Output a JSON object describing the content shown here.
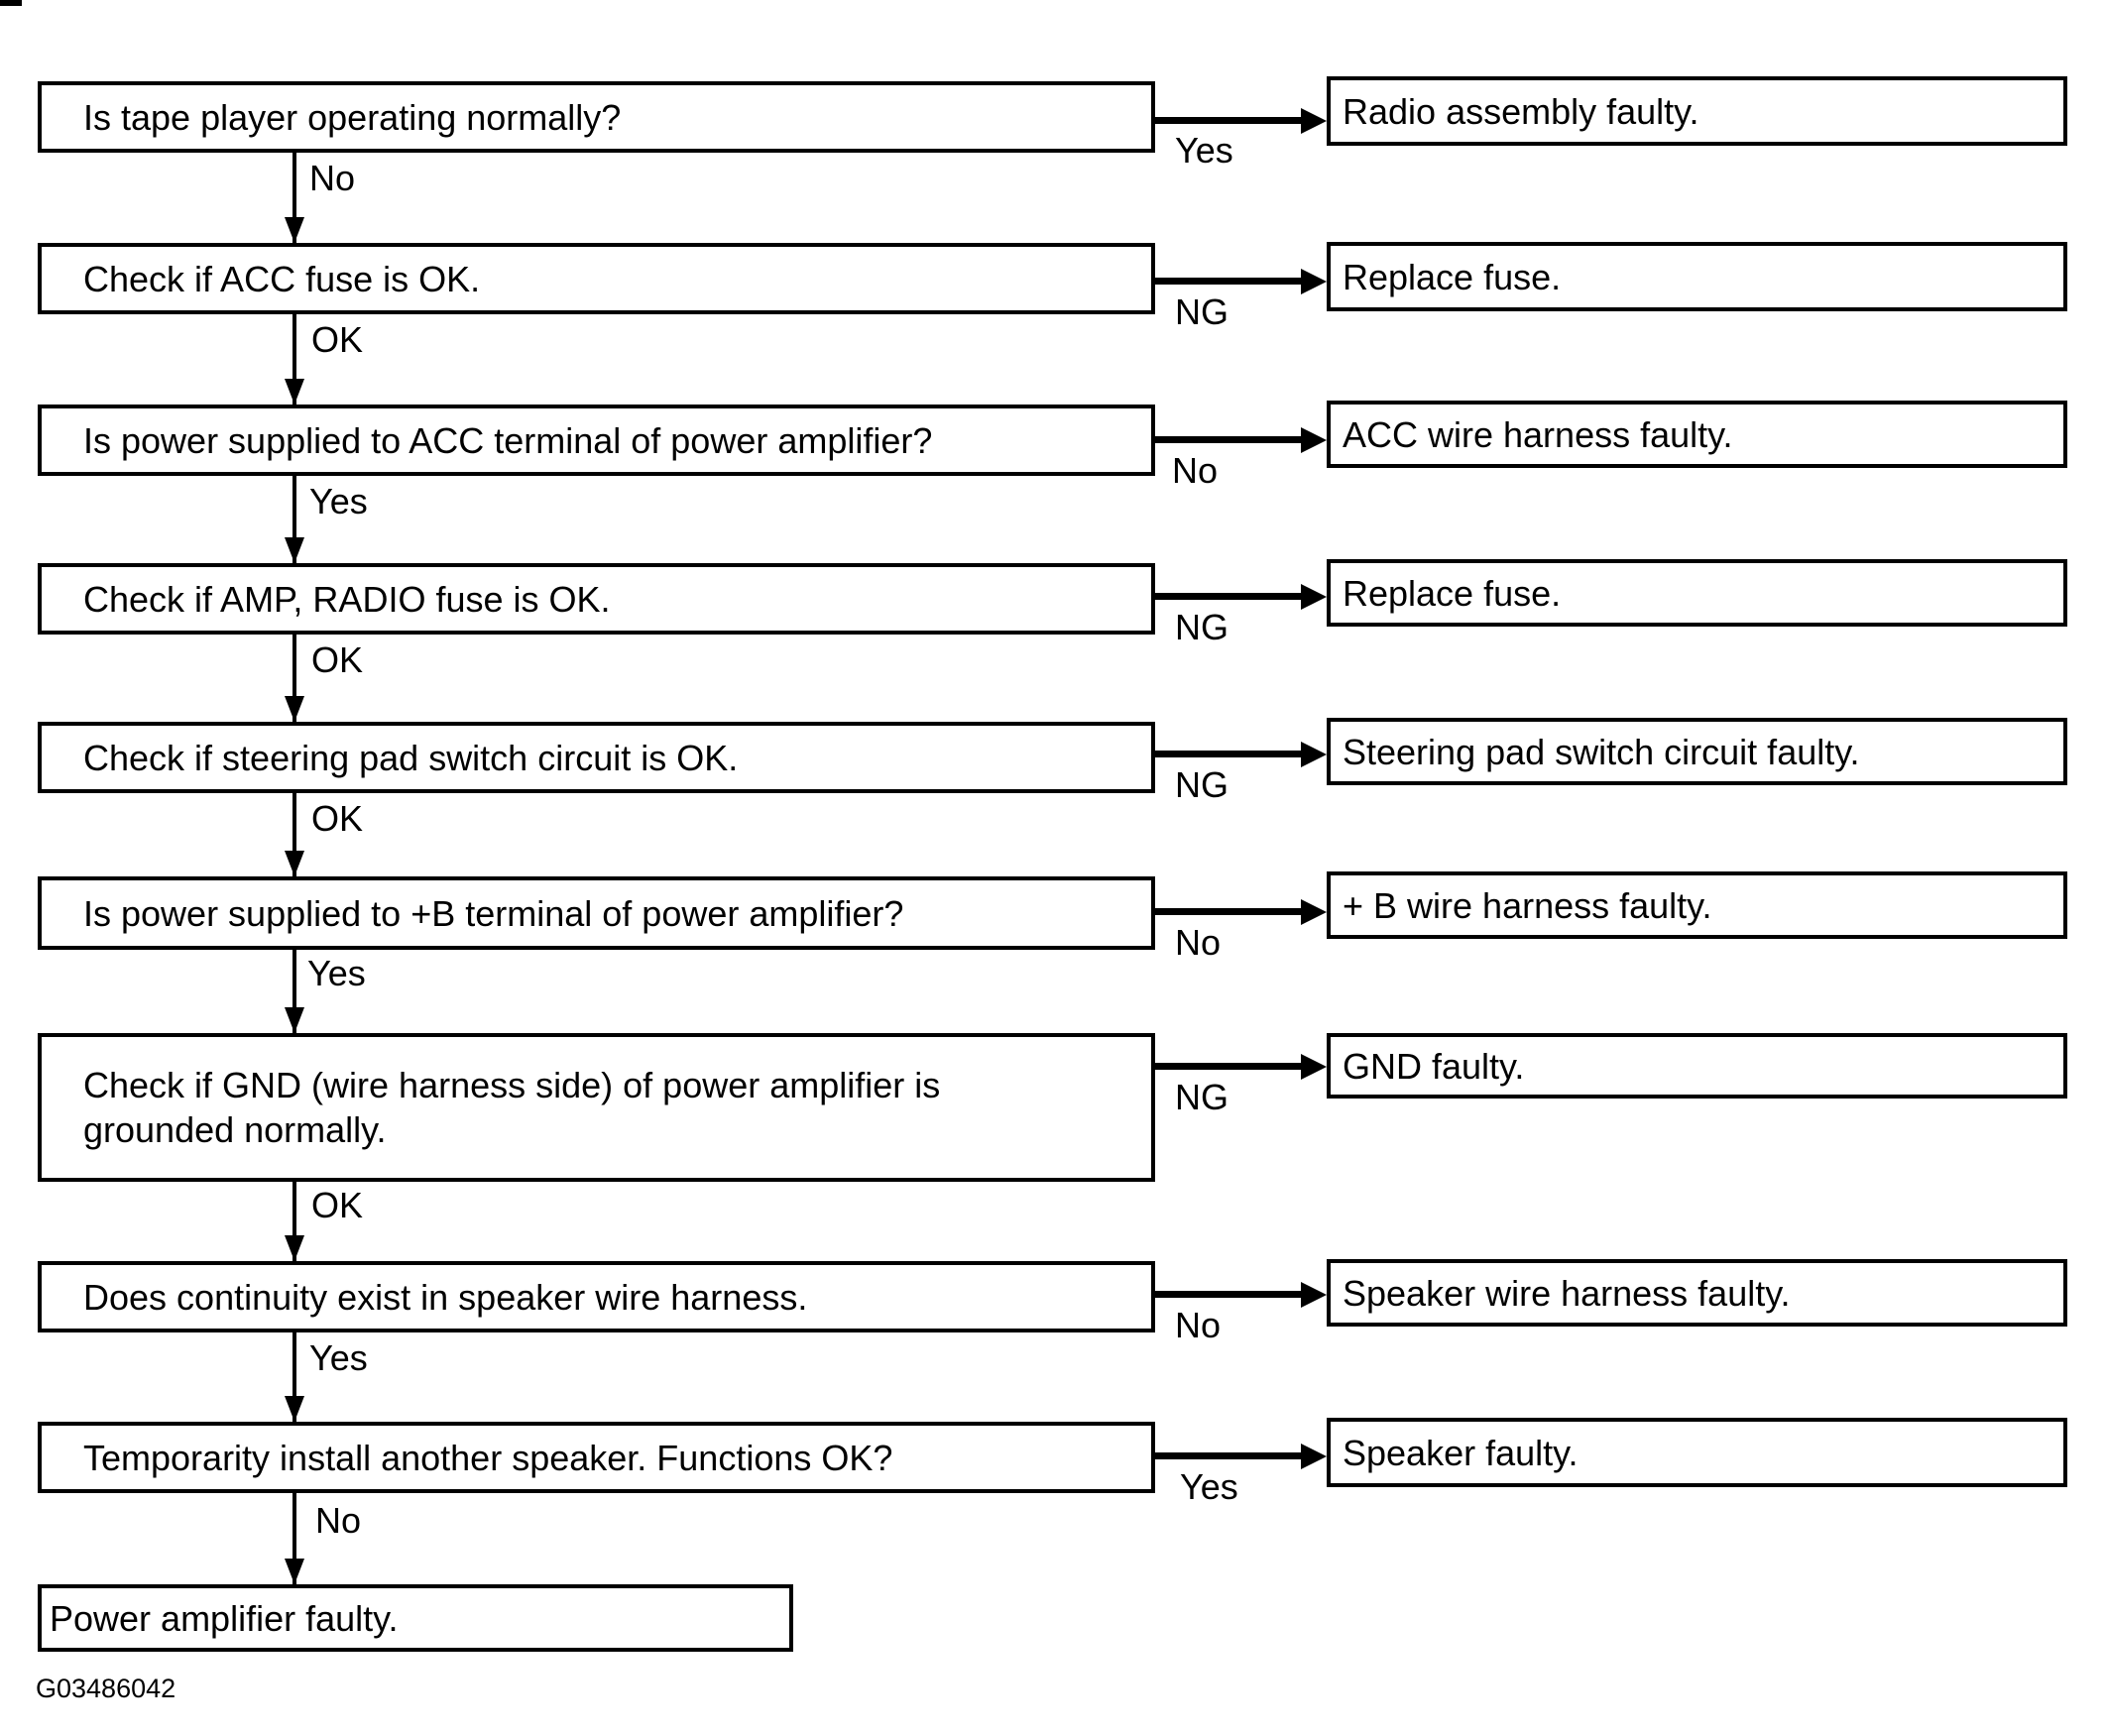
{
  "figure": {
    "code": "G03486042",
    "line_color": "#000000",
    "background_color": "#ffffff"
  },
  "flow": {
    "steps": [
      {
        "question": "Is tape player operating normally?",
        "down_label": "No",
        "right_label": "Yes",
        "result": "Radio assembly faulty."
      },
      {
        "question": "Check if ACC fuse is OK.",
        "down_label": "OK",
        "right_label": "NG",
        "result": "Replace fuse."
      },
      {
        "question": "Is power supplied to ACC terminal of power amplifier?",
        "down_label": "Yes",
        "right_label": "No",
        "result": "ACC wire harness faulty."
      },
      {
        "question": "Check if AMP, RADIO fuse is OK.",
        "down_label": "OK",
        "right_label": "NG",
        "result": "Replace fuse."
      },
      {
        "question": "Check if steering pad switch circuit is OK.",
        "down_label": "OK",
        "right_label": "NG",
        "result": "Steering pad switch circuit faulty."
      },
      {
        "question": "Is power supplied to +B terminal of power amplifier?",
        "down_label": "Yes",
        "right_label": "No",
        "result": "+ B wire harness faulty."
      },
      {
        "question": "Check if GND (wire harness side) of power amplifier is grounded normally.",
        "down_label": "OK",
        "right_label": "NG",
        "result": "GND faulty."
      },
      {
        "question": "Does continuity exist in speaker wire harness.",
        "down_label": "Yes",
        "right_label": "No",
        "result": "Speaker wire harness faulty."
      },
      {
        "question": "Temporarity install another speaker. Functions OK?",
        "down_label": "No",
        "right_label": "Yes",
        "result": "Speaker faulty."
      }
    ],
    "final_result": "Power amplifier faulty."
  }
}
